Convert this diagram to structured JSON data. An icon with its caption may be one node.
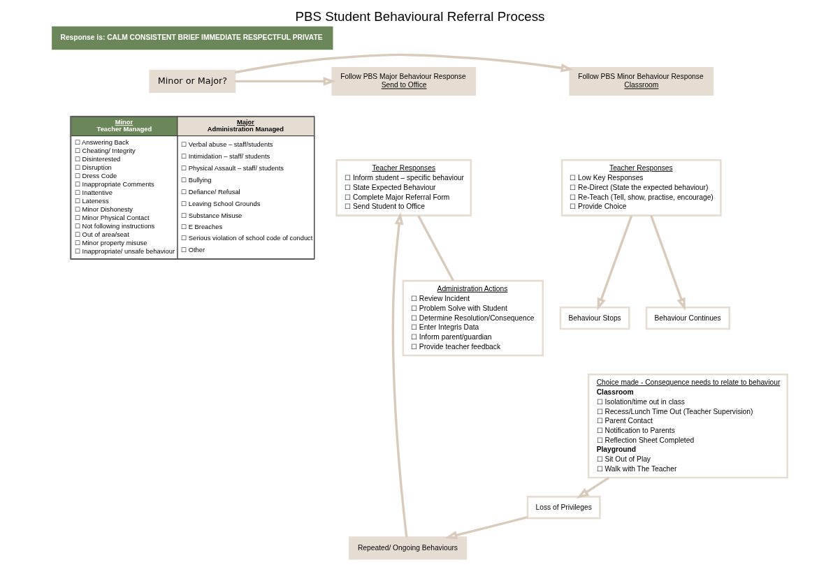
{
  "diagram": {
    "title": "PBS Student Behavioural Referral Process",
    "nodes": [
      {
        "text": [
          "Response is: CALM CONSISTENT BRIEF IMMEDIATE RESPECTFUL PRIVATE"
        ]
      },
      {
        "text": [
          "Minor or Major?"
        ]
      },
      {
        "text": [
          "Follow PBS Minor Behaviour Response",
          "Classroom"
        ]
      },
      {
        "text": [
          "Teacher Responses",
          "☐ Low Key Responses",
          "☐ Re-Direct (State the expected behaviour)",
          "☐ Re-Teach (Tell, show, practise, encourage)",
          "☐ Provide Choice"
        ]
      },
      {
        "text": [
          "Behaviour Stops"
        ]
      },
      {
        "text": [
          "Behaviour Continues"
        ]
      },
      {
        "text": [
          "Choice made - Consequence needs to relate to behaviour",
          "Classroom",
          "☐ Isolation/time out in class",
          "☐ Recess/Lunch Time Out (Teacher Supervision)",
          "☐ Parent Contact",
          "☐ Notification to Parents",
          "☐ Reflection Sheet Completed",
          "Playground",
          "☐ Sit Out of Play",
          "☐ Walk with The Teacher"
        ]
      },
      {
        "text": [
          "Loss of Privileges"
        ]
      },
      {
        "text": [
          "Repeated/ Ongoing Behaviours"
        ]
      },
      {
        "text": [
          "Follow PBS Major Behaviour Response",
          "Send to Office"
        ]
      },
      {
        "text": [
          "Teacher Responses",
          "☐ Inform student – specific behaviour",
          "☐ State Expected Behaviour",
          "☐ Complete Major Referral Form",
          "☐ Send Student to Office"
        ]
      },
      {
        "text": [
          "Administration Actions",
          "☐ Review Incident",
          "☐ Problem Solve with Student",
          "☐ Determine Resolution/Consequence",
          "☐ Enter Integris Data",
          "☐ Inform parent/guardian",
          "☐ Provide teacher feedback"
        ]
      }
    ],
    "edges": [
      {
        "from": 1,
        "to": 2,
        "arrow": "to"
      },
      {
        "from": 1,
        "to": 9,
        "arrow": "to"
      },
      {
        "from": 3,
        "to": 4,
        "arrow": "to"
      },
      {
        "from": 3,
        "to": 5,
        "arrow": "to"
      },
      {
        "from": 6,
        "to": 7,
        "arrow": "to"
      },
      {
        "from": 7,
        "to": 8,
        "arrow": "to"
      },
      {
        "from": 8,
        "to": 10,
        "arrow": "to"
      },
      {
        "from": 10,
        "to": 11,
        "arrow": "none"
      }
    ],
    "labels": [
      "Minor",
      "Teacher Managed",
      "Major",
      "Administration Managed",
      "☐ Answering Back",
      "☐ Cheating/ Integrity",
      "☐ Disinterested",
      "☐ Disruption",
      "☐ Dress Code",
      "☐ Inappropriate Comments",
      "☐ Inattentive",
      "☐ Lateness",
      "☐ Minor Dishonesty",
      "☐ Minor Physical Contact",
      "☐ Not following instructions",
      "☐ Out of area/seat",
      "☐ Minor property misuse",
      "☐ Inappropriate/ unsafe behaviour",
      "☐ Verbal abuse – staff/students",
      "☐ Intimidation – staff/ students",
      "☐ Physical Assault – staff/ students",
      "☐ Bullying",
      "☐ Defiance/ Refusal",
      "☐ Leaving School Grounds",
      "☐ Substance Misuse",
      "☐ E Breaches",
      "☐ Serious violation of school code of conduct",
      "☐ Other"
    ]
  }
}
